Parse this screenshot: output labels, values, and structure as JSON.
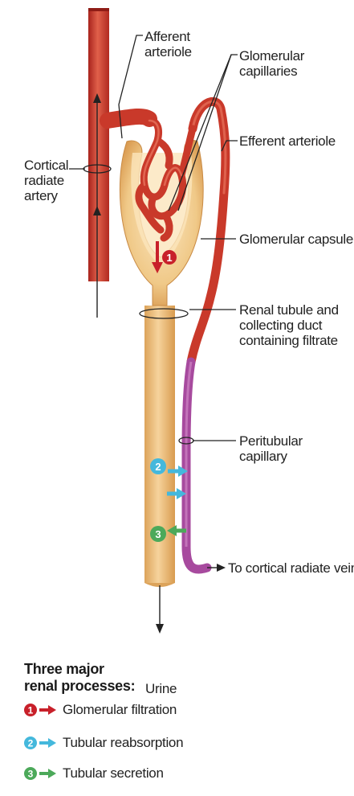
{
  "labels": {
    "afferent_arteriole": [
      "Afferent",
      "arteriole"
    ],
    "glomerular_capillaries": [
      "Glomerular",
      "capillaries"
    ],
    "efferent_arteriole": [
      "Efferent arteriole"
    ],
    "cortical_radiate_artery": [
      "Cortical",
      "radiate",
      "artery"
    ],
    "glomerular_capsule": [
      "Glomerular capsule"
    ],
    "renal_tubule": [
      "Renal tubule and",
      "collecting duct",
      "containing filtrate"
    ],
    "peritubular_capillary": [
      "Peritubular",
      "capillary"
    ],
    "cortical_vein": "To cortical radiate vein",
    "urine": "Urine"
  },
  "legend": {
    "title": [
      "Three major",
      "renal processes:"
    ],
    "items": [
      {
        "number": "1",
        "label": "Glomerular filtration",
        "color": "#c8202a"
      },
      {
        "number": "2",
        "label": "Tubular reabsorption",
        "color": "#44b8dc"
      },
      {
        "number": "3",
        "label": "Tubular secretion",
        "color": "#4ca95a"
      }
    ]
  },
  "process_markers": {
    "filtration": "1",
    "reabsorption": "2",
    "secretion": "3"
  },
  "colors": {
    "artery": "#c9392a",
    "artery_highlight": "#e8735c",
    "tubule": "#e8b870",
    "tubule_highlight": "#f6d9a8",
    "peritubular": "#a74a9e",
    "filtration": "#c8202a",
    "reabsorption": "#44b8dc",
    "secretion": "#4ca95a"
  }
}
